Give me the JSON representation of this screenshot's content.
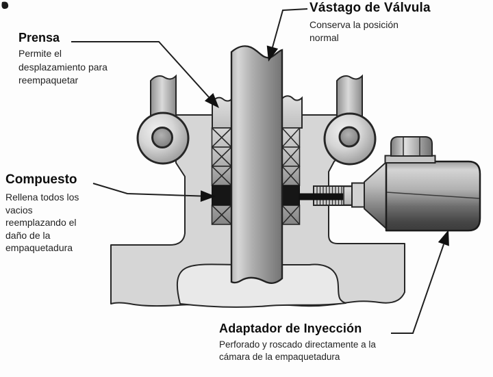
{
  "labels": {
    "vastago": {
      "title": "Vástago de Válvula",
      "desc": [
        "Conserva la posición",
        "normal"
      ]
    },
    "prensa": {
      "title": "Prensa",
      "desc": [
        "Permite el",
        "desplazamiento para",
        "reempaquetar"
      ]
    },
    "compuesto": {
      "title": "Compuesto",
      "desc": [
        "Rellena todos los",
        "vacios",
        "reemplazando el",
        "daño de la",
        "empaquetadura"
      ]
    },
    "adaptador": {
      "title": "Adaptador de Inyección",
      "desc": [
        "Perforado y roscado directamente a la",
        "cámara de la empaquetadura"
      ]
    }
  },
  "colors": {
    "background": "#fdfdfd",
    "outline": "#262626",
    "label_text": "#141414",
    "body_gray": "#d6d6d6",
    "inner_flange_gray": "#e9e9e9",
    "compound_black": "#161616"
  }
}
